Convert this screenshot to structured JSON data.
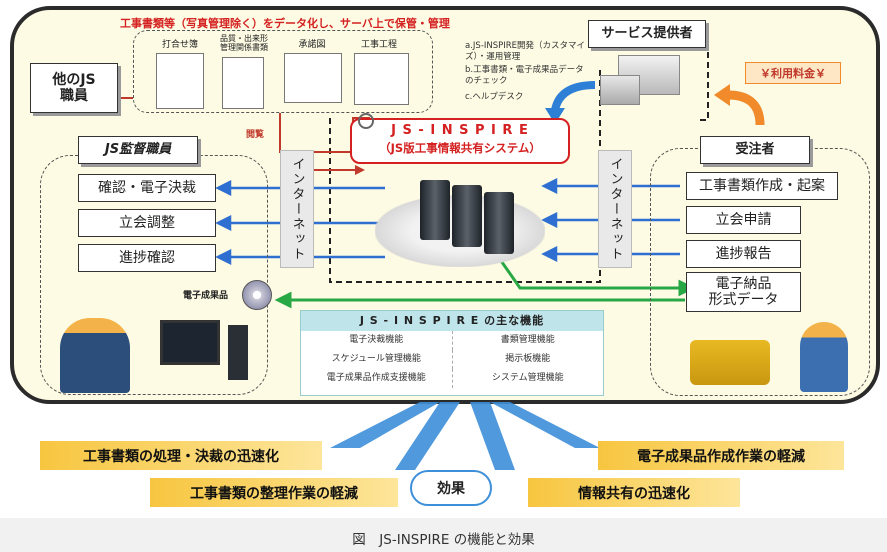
{
  "header_note": "工事書類等（写真管理除く）をデータ化し、サーバ上で保管・管理",
  "documents": [
    "打合せ簿",
    "品質・出来形\n管理関係書類",
    "承諾図",
    "工事工程"
  ],
  "other_js_staff": "他のJS\n職員",
  "js_supervisor": "JS監督職員",
  "contractor": "受注者",
  "service_provider": "サービス提供者",
  "service_notes": [
    "a.JS-INSPIRE開発（カスタマイズ）・運用管理",
    "b.工事書類・電子成果品データのチェック",
    "c.ヘルプデスク"
  ],
  "usage_fee": "￥利用料金￥",
  "view_label": "閲覧",
  "system_name": "J S - I N S P I R E",
  "system_subtitle": "（JS版工事情報共有システム）",
  "internet_label": "インターネット",
  "left_items": [
    "確認・電子決裁",
    "立会調整",
    "進捗確認"
  ],
  "right_items": [
    "工事書類作成・起案",
    "立会申請",
    "進捗報告",
    "電子納品\n形式データ"
  ],
  "deliverable_label": "電子成果品",
  "functions": {
    "title": "J S - I N S P I R E の主な機能",
    "rows": [
      [
        "電子決裁機能",
        "書類管理機能"
      ],
      [
        "スケジュール管理機能",
        "掲示板機能"
      ],
      [
        "電子成果品作成支援機能",
        "システム管理機能"
      ]
    ]
  },
  "effects": {
    "center": "効果",
    "items": [
      "工事書類の処理・決裁の迅速化",
      "電子成果品作成作業の軽減",
      "工事書類の整理作業の軽減",
      "情報共有の迅速化"
    ]
  },
  "caption": "図　JS-INSPIRE の機能と効果"
}
